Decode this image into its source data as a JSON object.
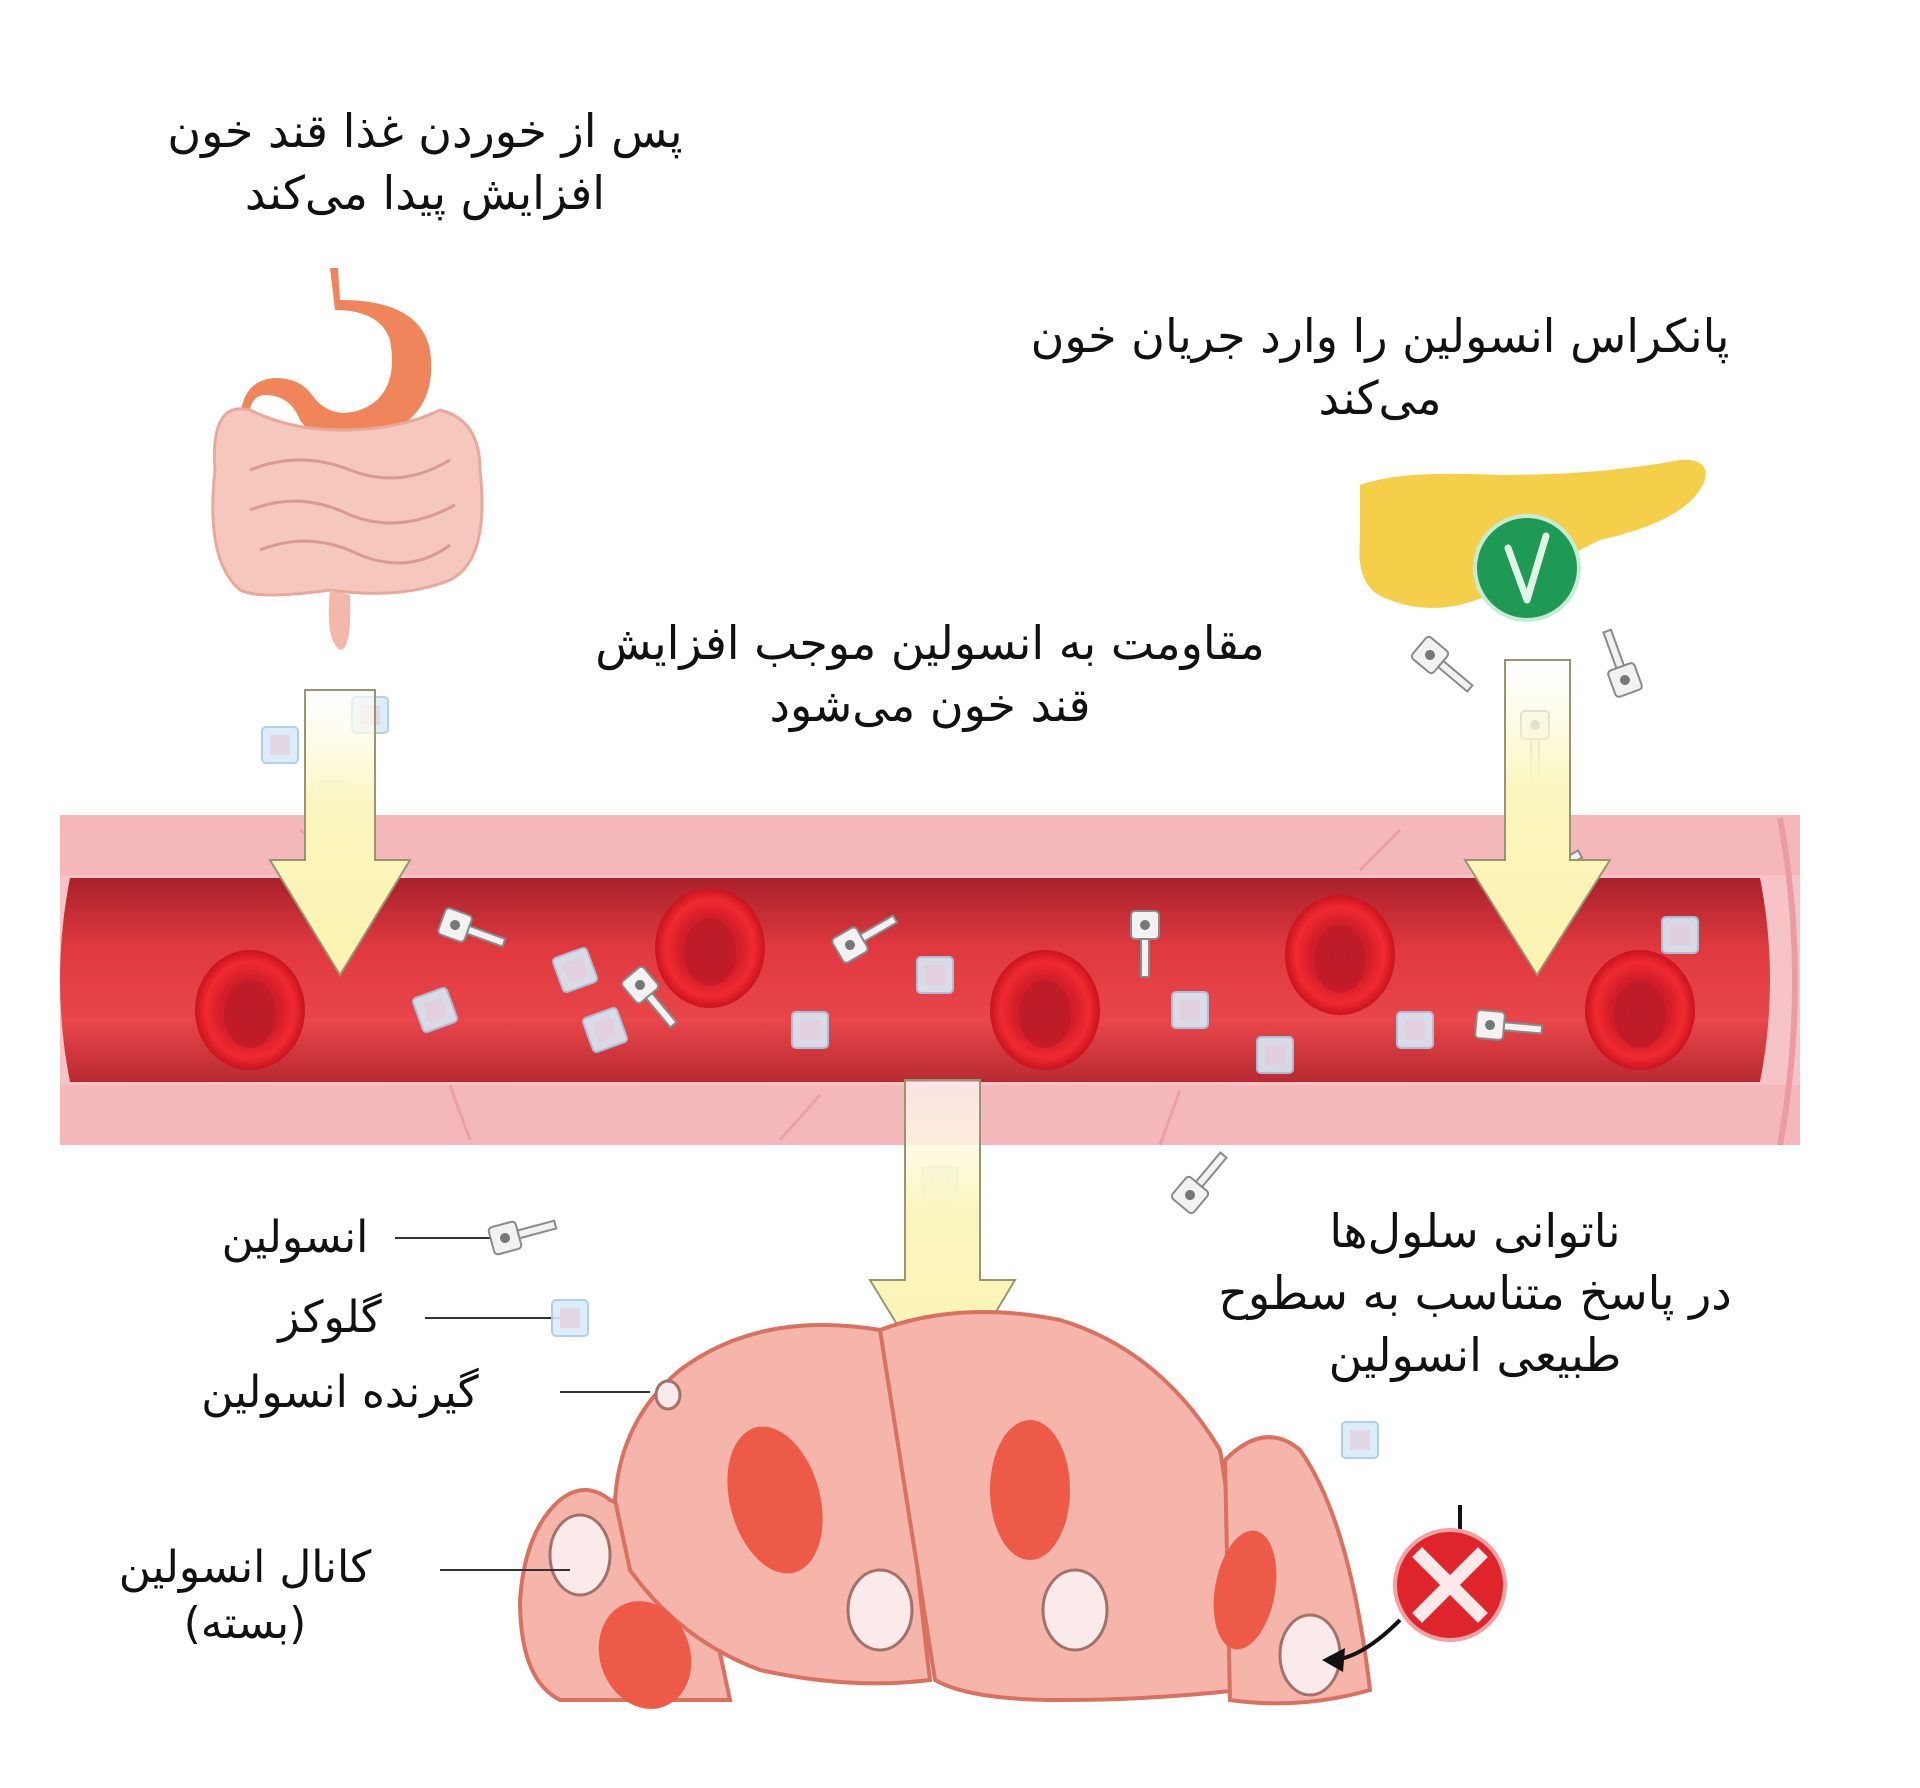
{
  "captions": {
    "food": {
      "line1": "پس از خوردن غذا قند خون",
      "line2": "افزایش پیدا می‌کند"
    },
    "pancreas": {
      "line1": "پانکراس انسولین را وارد جریان خون",
      "line2": "می‌کند"
    },
    "resistance": {
      "line1": "مقاومت به انسولین موجب افزایش",
      "line2": "قند خون می‌شود"
    },
    "cells": {
      "line1": "ناتوانی سلول‌ها",
      "line2": "در پاسخ متناسب به سطوح",
      "line3": "طبیعی انسولین"
    }
  },
  "legend": {
    "insulin": "انسولین",
    "glucose": "گلوکز",
    "receptor": "گیرنده انسولین",
    "channel_line1": "کانال انسولین",
    "channel_line2": "(بسته)"
  },
  "icons": {
    "pancreas_status": "check-icon",
    "cell_status": "cross-icon"
  },
  "colors": {
    "vessel_wall": "#f6c4c6",
    "vessel_lumen": "#d8323a",
    "blood_cell": "#e0212b",
    "arrow_fill": "#fbf6c0",
    "pancreas": "#f5cf4a",
    "check_badge": "#1f9a55",
    "cross_badge": "#e0242c",
    "cell_body": "#f5b5ab",
    "cell_nucleus": "#ee5a48",
    "stomach": "#f0845a",
    "intestine": "#f6c8bd",
    "glucose_cube": "#cfe6f5"
  }
}
